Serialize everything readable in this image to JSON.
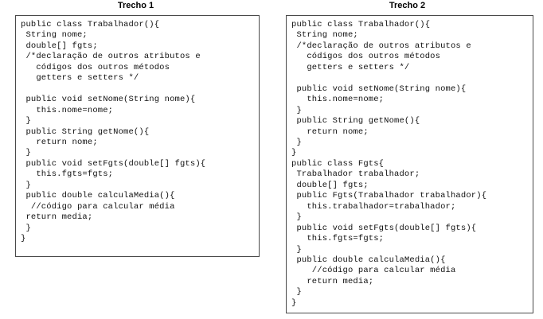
{
  "document": {
    "kind": "code-comparison-figure",
    "panel_count": 2
  },
  "panels": [
    {
      "id": "trecho-1",
      "title": "Trecho 1",
      "language": "Java",
      "code": "public class Trabalhador(){\n String nome;\n double[] fgts;\n /*declaração de outros atributos e\n   códigos dos outros métodos\n   getters e setters */\n\n public void setNome(String nome){\n   this.nome=nome;\n }\n public String getNome(){\n   return nome;\n }\n public void setFgts(double[] fgts){\n   this.fgts=fgts;\n }\n public double calculaMedia(){\n  //código para calcular média\n return media;\n }\n}"
    },
    {
      "id": "trecho-2",
      "title": "Trecho 2",
      "language": "Java",
      "code": "public class Trabalhador(){\n String nome;\n /*declaração de outros atributos e\n   códigos dos outros métodos\n   getters e setters */\n\n public void setNome(String nome){\n   this.nome=nome;\n }\n public String getNome(){\n   return nome;\n }\n}\npublic class Fgts{\n Trabalhador trabalhador;\n double[] fgts;\n public Fgts(Trabalhador trabalhador){\n   this.trabalhador=trabalhador;\n }\n public void setFgts(double[] fgts){\n   this.fgts=fgts;\n }\n public double calculaMedia(){\n    //código para calcular média\n   return media;\n }\n}"
    }
  ],
  "colors": {
    "background": "#ffffff",
    "border": "#4a4a4a",
    "text": "#101010",
    "title_text": "#000000"
  }
}
